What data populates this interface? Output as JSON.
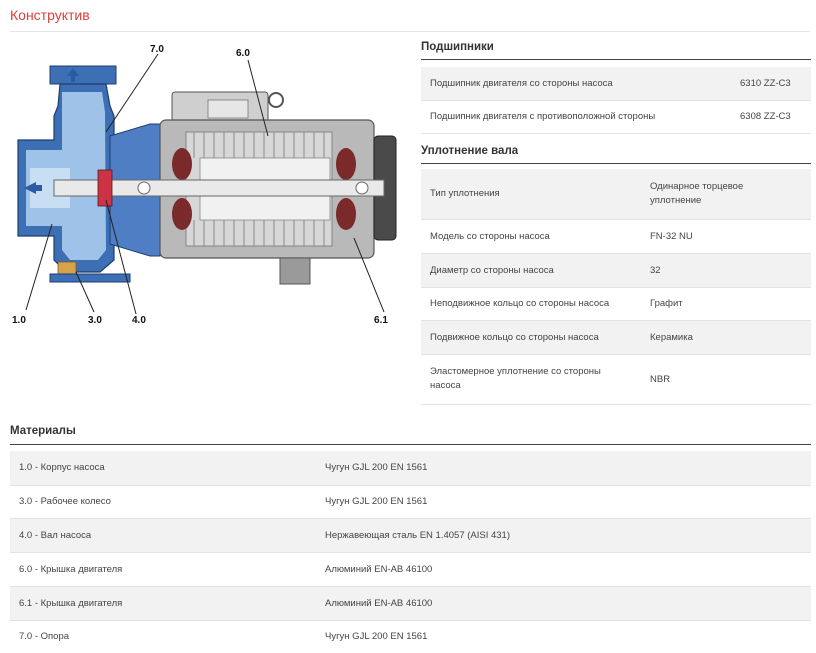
{
  "page": {
    "title": "Конструктив"
  },
  "diagram": {
    "callouts": [
      "7.0",
      "6.0",
      "1.0",
      "3.0",
      "4.0",
      "6.1"
    ]
  },
  "bearings": {
    "title": "Подшипники",
    "rows": [
      {
        "label": "Подшипник двигателя со стороны насоса",
        "value": "6310 ZZ-C3"
      },
      {
        "label": "Подшипник двигателя с противоположной стороны",
        "value": "6308 ZZ-C3"
      }
    ]
  },
  "seal": {
    "title": "Уплотнение вала",
    "rows": [
      {
        "label": "Тип уплотнения",
        "value": "Одинарное торцевое уплотнение"
      },
      {
        "label": "Модель со стороны насоса",
        "value": "FN-32 NU"
      },
      {
        "label": "Диаметр со стороны насоса",
        "value": "32"
      },
      {
        "label": "Неподвижное кольцо со стороны насоса",
        "value": "Графит"
      },
      {
        "label": "Подвижное кольцо со стороны насоса",
        "value": "Керамика"
      },
      {
        "label": "Эластомерное уплотнение со стороны насоса",
        "value": "NBR"
      }
    ]
  },
  "materials": {
    "title": "Материалы",
    "rows": [
      {
        "label": "1.0 - Корпус насоса",
        "value": "Чугун GJL 200 EN 1561"
      },
      {
        "label": "3.0 - Рабочее колесо",
        "value": "Чугун GJL 200 EN 1561"
      },
      {
        "label": "4.0 - Вал насоса",
        "value": "Нержавеющая сталь EN 1.4057 (AISI 431)"
      },
      {
        "label": "6.0 - Крышка двигателя",
        "value": "Алюминий EN-AB 46100"
      },
      {
        "label": "6.1 - Крышка двигателя",
        "value": "Алюминий EN-AB 46100"
      },
      {
        "label": "7.0 - Опора",
        "value": "Чугун GJL 200 EN 1561"
      }
    ]
  },
  "colors": {
    "accent": "#e0403a",
    "pump_blue": "#3d6fb5",
    "motor_gray": "#b9b9b9"
  }
}
